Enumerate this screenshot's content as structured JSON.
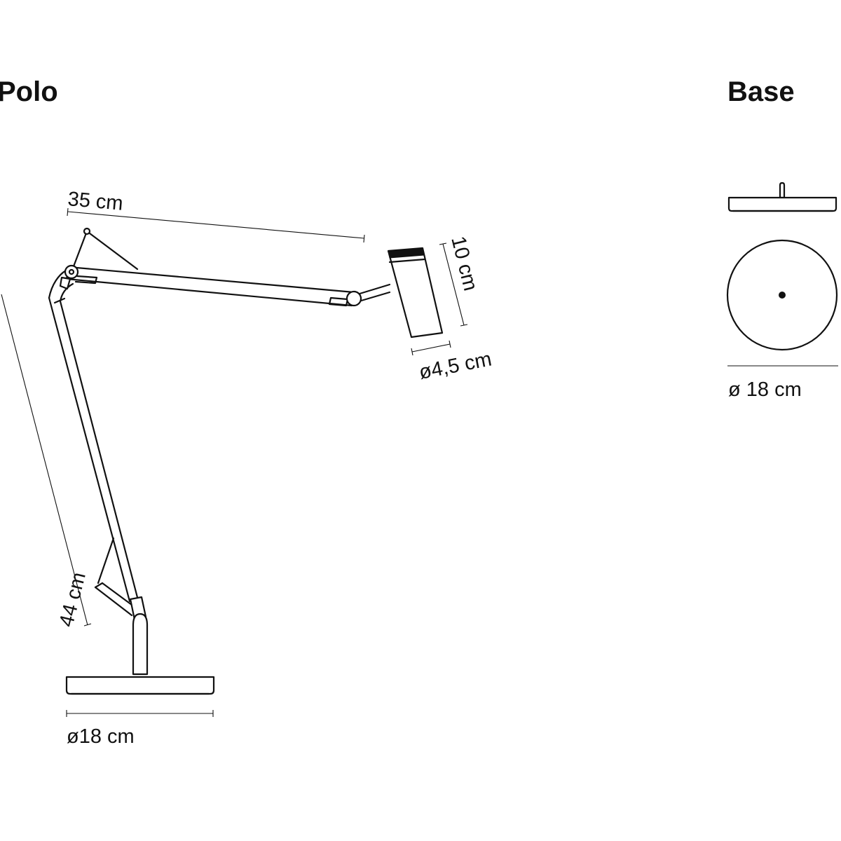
{
  "titles": {
    "lamp": "Polo",
    "base": "Base"
  },
  "dimensions": {
    "arm_length": "35 cm",
    "head_height": "10 cm",
    "head_diameter": "ø4,5 cm",
    "lower_arm": "44 cm",
    "lamp_base_diameter": "ø18 cm",
    "base_diameter": "ø 18 cm"
  },
  "colors": {
    "line": "#111111",
    "background": "#ffffff"
  }
}
